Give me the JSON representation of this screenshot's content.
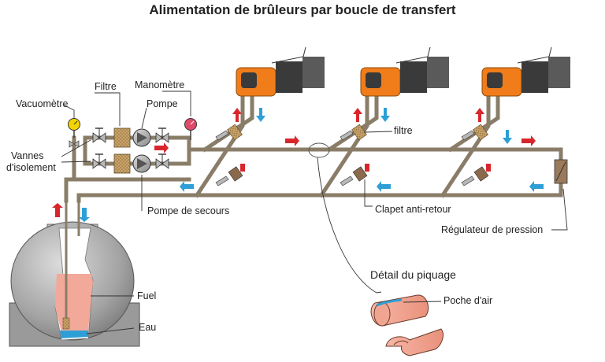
{
  "title": "Alimentation de brûleurs par boucle de transfert",
  "labels": {
    "filtre_top": "Filtre",
    "manometre": "Manomètre",
    "vacuometre": "Vacuomètre",
    "pompe": "Pompe",
    "vannes_line1": "Vannes",
    "vannes_line2": "d'isolement",
    "filtre_right": "filtre",
    "pompe_secours": "Pompe de secours",
    "clapet": "Clapet anti-retour",
    "regulateur": "Régulateur de pression",
    "fuel": "Fuel",
    "eau": "Eau",
    "detail": "Détail du piquage",
    "poche_air": "Poche d'air"
  },
  "colors": {
    "pipe": "#8a7d68",
    "flow_red": "#d9262c",
    "flow_blue": "#2d9fd6",
    "burner_orange": "#f07d1a",
    "burner_dark": "#3a3a3a",
    "fuel": "#f2a99a",
    "tank": "#a9a9a9",
    "filter": "#c8a36a",
    "gauge_yellow": "#f4d400",
    "gauge_pink": "#e04a6a"
  },
  "icons": {
    "burner": "burner-icon",
    "pump": "pump-icon",
    "filter": "filter-icon",
    "valve": "valve-icon",
    "gauge": "gauge-icon",
    "check_valve": "check-valve-icon",
    "regulator": "pressure-regulator-icon",
    "tank": "tank-icon"
  }
}
